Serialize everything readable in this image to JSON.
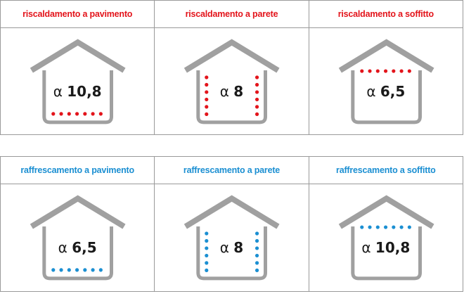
{
  "colors": {
    "heating": "#e3141b",
    "cooling": "#1b8fd2",
    "house": "#a0a0a0",
    "border": "#9a9a9a"
  },
  "heating": {
    "cells": [
      {
        "title": "riscaldamento a pavimento",
        "symbol": "α",
        "value": "10,8",
        "emitter": "floor"
      },
      {
        "title": "riscaldamento a parete",
        "symbol": "α",
        "value": "8",
        "emitter": "wall"
      },
      {
        "title": "riscaldamento a soffitto",
        "symbol": "α",
        "value": "6,5",
        "emitter": "ceiling"
      }
    ]
  },
  "cooling": {
    "cells": [
      {
        "title": "raffrescamento a pavimento",
        "symbol": "α",
        "value": "6,5",
        "emitter": "floor"
      },
      {
        "title": "raffrescamento a parete",
        "symbol": "α",
        "value": "8",
        "emitter": "wall"
      },
      {
        "title": "raffrescamento a soffitto",
        "symbol": "α",
        "value": "10,8",
        "emitter": "ceiling"
      }
    ]
  }
}
